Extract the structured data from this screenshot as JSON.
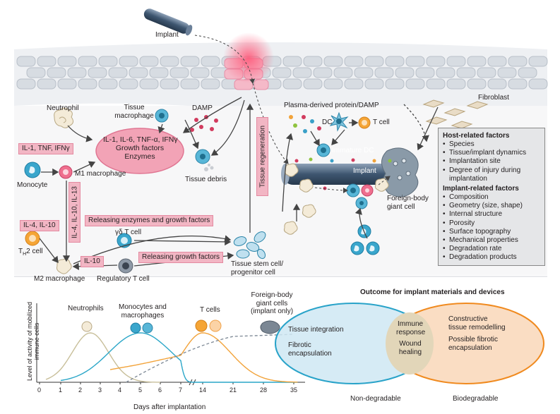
{
  "top": {
    "implant_label": "Implant",
    "neutrophil": "Neutrophil",
    "tissue_macrophage": "Tissue macrophage",
    "damp": "DAMP",
    "cytokines": [
      "IL-1, IL-6, TNF-α, IFNγ",
      "Growth factors",
      "Enzymes"
    ],
    "tissue_debris": "Tissue debris",
    "il1_box": "IL-1, TNF, IFNγ",
    "monocyte": "Monocyte",
    "m1": "M1 macrophage",
    "il4_il10_il13": "IL-4, IL-10, IL-13",
    "il4_il10": "IL-4, IL-10",
    "th2": "T",
    "th2_sub": "H",
    "th2_rest": "2 cell",
    "releasing_enzymes": "Releasing enzymes and growth factors",
    "gd_t": "γδ T cell",
    "il10": "IL-10",
    "releasing_growth": "Releasing growth factors",
    "m2": "M2 macrophage",
    "treg": "Regulatory T cell",
    "stem": "Tissue stem cell/\nprogenitor cell",
    "tissue_regeneration": "Tissue regeneration",
    "plasma": "Plasma-derived protein/DAMP",
    "dc": "DC",
    "t_cell": "T cell",
    "immature_dc": "Immature DC",
    "implant_center": "Implant",
    "fbgc": "Foreign-body\ngiant cell",
    "fibroblast": "Fibroblast"
  },
  "factors": {
    "host_title": "Host-related factors",
    "host": [
      "Species",
      "Tissue/implant dynamics",
      "Implantation site",
      "Degree of injury during implantation"
    ],
    "implant_title": "Implant-related factors",
    "implant": [
      "Composition",
      "Geometry (size, shape)",
      "Internal structure",
      "Porosity",
      "Surface topography",
      "Mechanical properties",
      "Degradation rate",
      "Degradation products"
    ]
  },
  "chart_data": {
    "type": "line",
    "ylabel": "Level of activity of mobilized immune cells",
    "xlabel": "Days after implantation",
    "x_ticks": [
      "0",
      "1",
      "2",
      "3",
      "4",
      "5",
      "6",
      "7",
      "14",
      "21",
      "28",
      "35"
    ],
    "series": [
      {
        "name": "Neutrophils",
        "color": "#c8bf9a",
        "peak_day": 2.5
      },
      {
        "name": "Monocytes and macrophages",
        "color": "#2aa6c8",
        "peak_day": 5
      },
      {
        "name": "T cells",
        "color": "#f2a33a",
        "peak_day": 14
      },
      {
        "name": "Foreign-body giant cells (implant only)",
        "color": "#7b8794",
        "peak_day": 35
      }
    ],
    "labels": {
      "neutrophils": "Neutrophils",
      "mono": "Monocytes and\nmacrophages",
      "tcells": "T cells",
      "fbgc": "Foreign-body\ngiant cells\n(implant only)"
    }
  },
  "outcome": {
    "title": "Outcome for implant materials and devices",
    "left": [
      "Tissue integration",
      "Fibrotic\nencapsulation"
    ],
    "center": [
      "Immune\nresponse",
      "Wound\nhealing"
    ],
    "right": [
      "Constructive\ntissue remodelling",
      "Possible fibrotic\nencapsulation"
    ],
    "left_label": "Non-degradable",
    "right_label": "Biodegradable",
    "colors": {
      "left": "#cfe8f3",
      "left_border": "#29a3c9",
      "right": "#f9d7b8",
      "right_border": "#f08a1f",
      "center": "#e2d6b9"
    }
  }
}
